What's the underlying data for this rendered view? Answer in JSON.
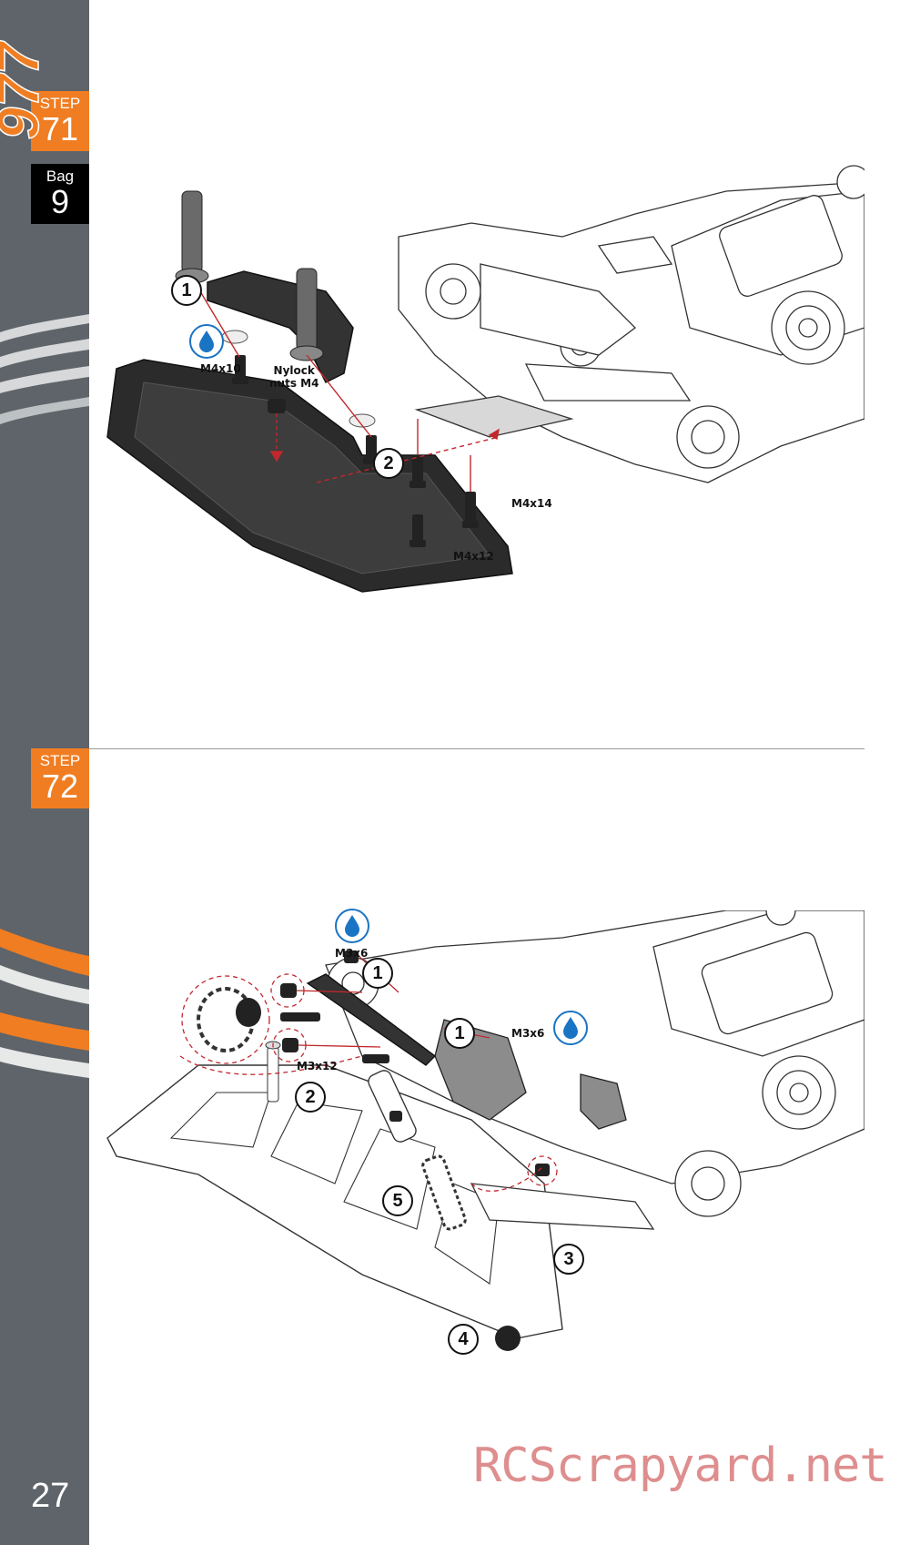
{
  "sidebar": {
    "step71": {
      "label": "STEP",
      "number": "71"
    },
    "bag": {
      "label": "Bag",
      "number": "9"
    },
    "step72": {
      "label": "STEP",
      "number": "72"
    },
    "page_number": "27",
    "brand": "977"
  },
  "step71": {
    "callouts": [
      "1",
      "2"
    ],
    "parts": {
      "m4x10": "M4x10",
      "nylock_line1": "Nylock",
      "nylock_line2": "nuts M4",
      "m4x14": "M4x14",
      "m4x12": "M4x12"
    }
  },
  "step72": {
    "callouts": [
      "1",
      "1",
      "2",
      "3",
      "4",
      "5"
    ],
    "parts": {
      "m3x6_top": "M3x6",
      "m3x6_right": "M3x6",
      "m3x12": "M3x12"
    }
  },
  "watermark": "RCScrapyard.net",
  "colors": {
    "sidebar": "#5e6469",
    "accent": "#f07d22",
    "bag_badge": "#000000",
    "drop_icon": "#1a74c4",
    "guide_line": "#c0282d",
    "watermark": "#d97b7b"
  },
  "icons": [
    "thread-lock-drop-icon",
    "brand-logo"
  ]
}
